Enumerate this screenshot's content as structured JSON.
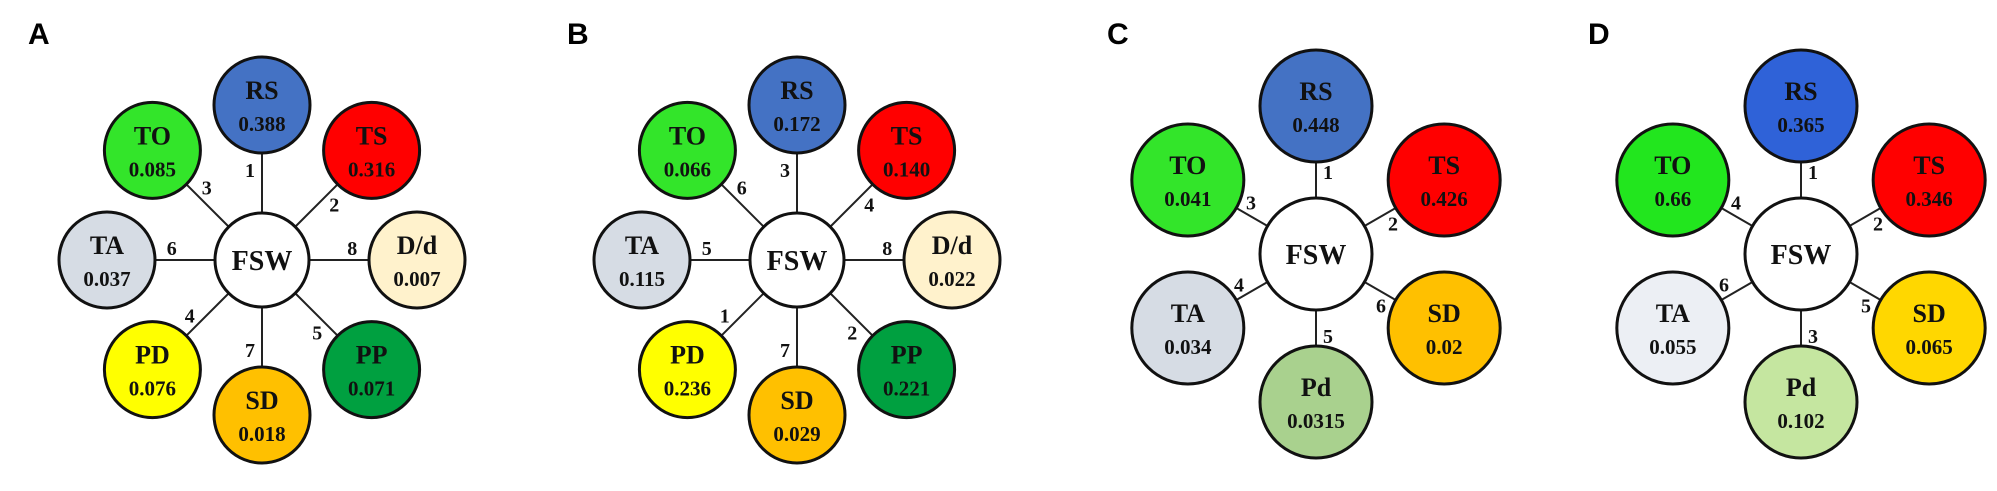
{
  "figure": {
    "center_label": "FSW",
    "panels": [
      {
        "letter": "A",
        "layout": "eight",
        "nodes": [
          {
            "label": "RS",
            "value": "0.388",
            "rank": "1",
            "color": "#4472c4",
            "slot": "top"
          },
          {
            "label": "TS",
            "value": "0.316",
            "rank": "2",
            "color": "#ff0000",
            "slot": "top-right"
          },
          {
            "label": "D/d",
            "value": "0.007",
            "rank": "8",
            "color": "#fff2cc",
            "slot": "right"
          },
          {
            "label": "PP",
            "value": "0.071",
            "rank": "5",
            "color": "#00a040",
            "slot": "bottom-right"
          },
          {
            "label": "SD",
            "value": "0.018",
            "rank": "7",
            "color": "#ffc000",
            "slot": "bottom"
          },
          {
            "label": "PD",
            "value": "0.076",
            "rank": "4",
            "color": "#ffff00",
            "slot": "bottom-left"
          },
          {
            "label": "TA",
            "value": "0.037",
            "rank": "6",
            "color": "#d6dce4",
            "slot": "left"
          },
          {
            "label": "TO",
            "value": "0.085",
            "rank": "3",
            "color": "#33e52a",
            "slot": "top-left"
          }
        ]
      },
      {
        "letter": "B",
        "layout": "eight",
        "nodes": [
          {
            "label": "RS",
            "value": "0.172",
            "rank": "3",
            "color": "#4472c4",
            "slot": "top"
          },
          {
            "label": "TS",
            "value": "0.140",
            "rank": "4",
            "color": "#ff0000",
            "slot": "top-right"
          },
          {
            "label": "D/d",
            "value": "0.022",
            "rank": "8",
            "color": "#fff2cc",
            "slot": "right"
          },
          {
            "label": "PP",
            "value": "0.221",
            "rank": "2",
            "color": "#00a040",
            "slot": "bottom-right"
          },
          {
            "label": "SD",
            "value": "0.029",
            "rank": "7",
            "color": "#ffc000",
            "slot": "bottom"
          },
          {
            "label": "PD",
            "value": "0.236",
            "rank": "1",
            "color": "#ffff00",
            "slot": "bottom-left"
          },
          {
            "label": "TA",
            "value": "0.115",
            "rank": "5",
            "color": "#d6dce4",
            "slot": "left"
          },
          {
            "label": "TO",
            "value": "0.066",
            "rank": "6",
            "color": "#33e52a",
            "slot": "top-left"
          }
        ]
      },
      {
        "letter": "C",
        "layout": "six",
        "nodes": [
          {
            "label": "RS",
            "value": "0.448",
            "rank": "1",
            "color": "#4472c4",
            "slot": "top"
          },
          {
            "label": "TS",
            "value": "0.426",
            "rank": "2",
            "color": "#ff0000",
            "slot": "upper-right"
          },
          {
            "label": "SD",
            "value": "0.02",
            "rank": "6",
            "color": "#ffc000",
            "slot": "lower-right"
          },
          {
            "label": "Pd",
            "value": "0.0315",
            "rank": "5",
            "color": "#a9d18e",
            "slot": "bottom"
          },
          {
            "label": "TA",
            "value": "0.034",
            "rank": "4",
            "color": "#d6dce4",
            "slot": "lower-left"
          },
          {
            "label": "TO",
            "value": "0.041",
            "rank": "3",
            "color": "#33e52a",
            "slot": "upper-left"
          }
        ]
      },
      {
        "letter": "D",
        "layout": "six",
        "nodes": [
          {
            "label": "RS",
            "value": "0.365",
            "rank": "1",
            "color": "#2f62d8",
            "slot": "top"
          },
          {
            "label": "TS",
            "value": "0.346",
            "rank": "2",
            "color": "#ff0000",
            "slot": "upper-right"
          },
          {
            "label": "SD",
            "value": "0.065",
            "rank": "5",
            "color": "#ffd700",
            "slot": "lower-right"
          },
          {
            "label": "Pd",
            "value": "0.102",
            "rank": "3",
            "color": "#c5e6a0",
            "slot": "bottom"
          },
          {
            "label": "TA",
            "value": "0.055",
            "rank": "6",
            "color": "#eceff4",
            "slot": "lower-left"
          },
          {
            "label": "TO",
            "value": "0.66",
            "rank": "4",
            "color": "#22e61e",
            "slot": "upper-left"
          }
        ]
      }
    ]
  }
}
